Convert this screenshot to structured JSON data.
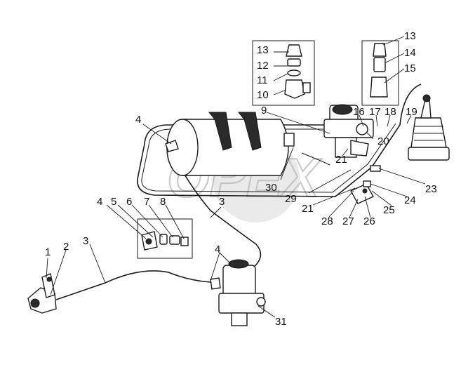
{
  "watermark": {
    "text": "OPEX"
  },
  "callouts": {
    "c1": "1",
    "c2": "2",
    "c3a": "3",
    "c3b": "3",
    "c4a": "4",
    "c4b": "4",
    "c4c": "4",
    "c5": "5",
    "c6": "6",
    "c7": "7",
    "c8": "8",
    "c9": "9",
    "c10": "10",
    "c11": "11",
    "c12": "12",
    "c13a": "13",
    "c13b": "13",
    "c14": "14",
    "c15": "15",
    "c16": "16",
    "c17": "17",
    "c18": "18",
    "c19": "19",
    "c20": "20",
    "c21a": "21",
    "c21b": "21",
    "c23": "23",
    "c24": "24",
    "c25": "25",
    "c26": "26",
    "c27": "27",
    "c28": "28",
    "c29": "29",
    "c30": "30",
    "c31": "31"
  }
}
